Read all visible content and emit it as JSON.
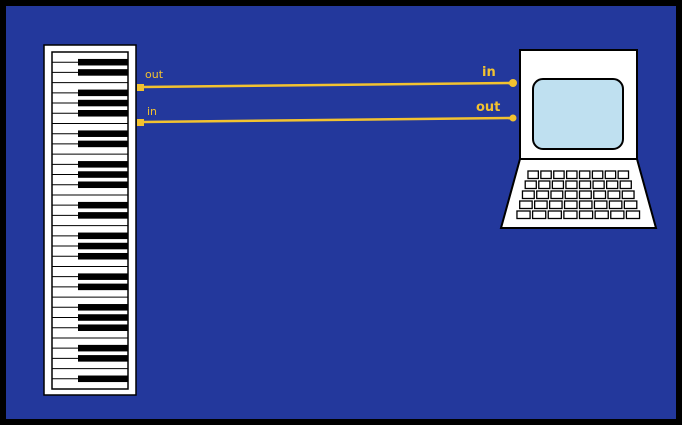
{
  "colors": {
    "frame": "#000000",
    "background": "#23389c",
    "cable": "#f2c230",
    "keyboard_body": "#ffffff",
    "black_key": "#000000",
    "computer_body": "#ffffff",
    "screen": "#bfe0f0"
  },
  "keyboard": {
    "white_key_count": 33,
    "black_key_pattern": [
      1,
      1,
      0,
      1,
      1,
      1,
      0
    ]
  },
  "computer": {
    "keyboard_rows": 5,
    "keyboard_cols": 8
  },
  "connections": {
    "midi_keyboard": {
      "out_label": "out",
      "in_label": "in"
    },
    "computer": {
      "in_label": "in",
      "out_label": "out"
    }
  }
}
